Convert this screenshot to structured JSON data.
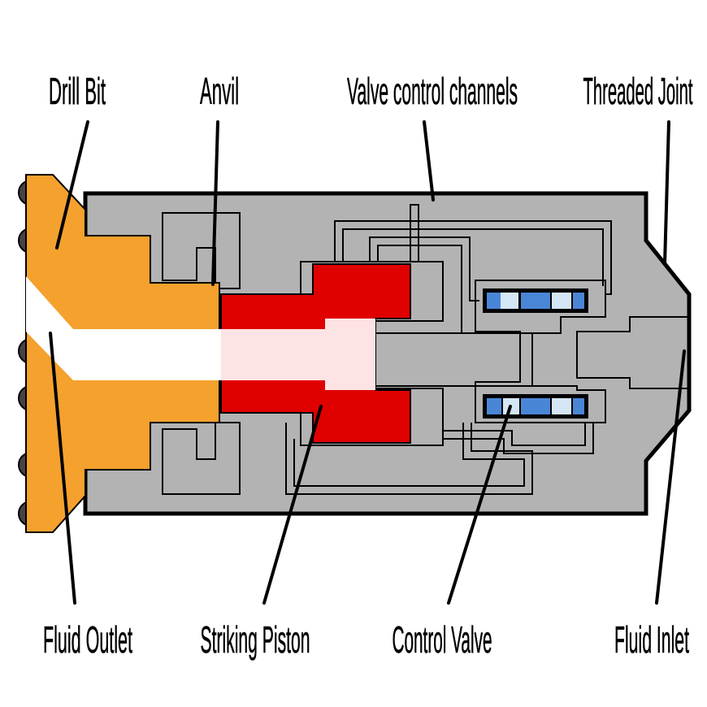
{
  "labels": {
    "drill_bit": "Drill Bit",
    "anvil": "Anvil",
    "valve_control_channels": "Valve control channels",
    "threaded_joint": "Threaded Joint",
    "fluid_outlet": "Fluid Outlet",
    "striking_piston": "Striking Piston",
    "control_valve": "Control Valve",
    "fluid_inlet": "Fluid Inlet"
  },
  "colors": {
    "housing": "#b3b3b3",
    "drill_bit": "#f4a12e",
    "piston": "#e00000",
    "piston_bore": "#fde3e3",
    "valve_dark": "#4a86d6",
    "valve_light": "#d5e6f5",
    "buttons": "#4a4242",
    "channel": "#ffffff",
    "outline": "#000000"
  }
}
